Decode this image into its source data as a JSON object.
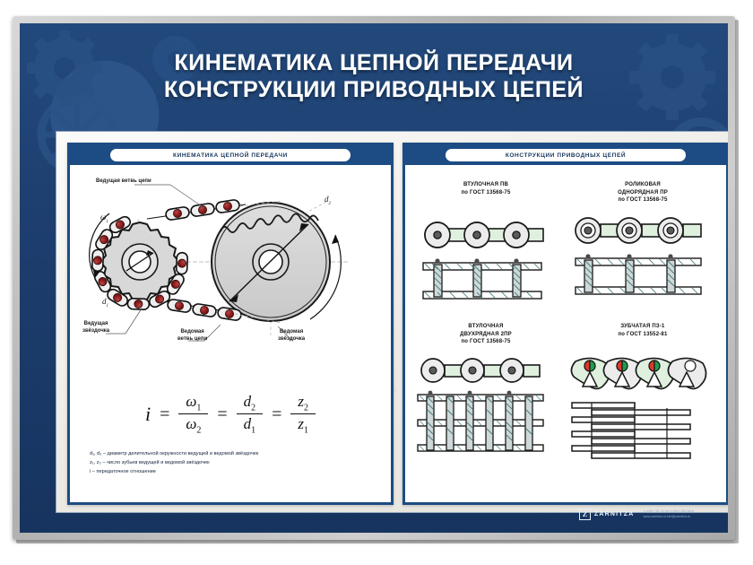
{
  "poster": {
    "title_line1": "КИНЕМАТИКА ЦЕПНОЙ ПЕРЕДАЧИ",
    "title_line2": "КОНСТРУКЦИИ ПРИВОДНЫХ ЦЕПЕЙ",
    "accent_blue": "#1d4c84",
    "header_blue": "#1c3d6d",
    "frame_grey": "#c0c0c0",
    "roller_red": "#8e1a1a"
  },
  "left_panel": {
    "header": "КИНЕМАТИКА ЦЕПНОЙ ПЕРЕДАЧИ",
    "labels": {
      "driving_branch": "Ведущая ветвь цепи",
      "driving_sprocket": "Ведущая\nзвёздочка",
      "driving_sprocket_l1": "Ведущая",
      "driving_sprocket_l2": "звёздочка",
      "driven_branch_l1": "Ведомая",
      "driven_branch_l2": "ветвь цепи",
      "driven_sprocket_l1": "Ведомая",
      "driven_sprocket_l2": "звёздочка",
      "omega1": "ω",
      "omega1_sub": "1",
      "omega2": "ω",
      "omega2_sub": "2",
      "d1": "d",
      "d1_sub": "1",
      "d2": "d",
      "d2_sub": "2"
    },
    "formula": {
      "lhs": "i",
      "eq": "=",
      "f1_top": "ω",
      "f1_top_sub": "1",
      "f1_bot": "ω",
      "f1_bot_sub": "2",
      "f2_top": "d",
      "f2_top_sub": "2",
      "f2_bot": "d",
      "f2_bot_sub": "1",
      "f3_top": "z",
      "f3_top_sub": "2",
      "f3_bot": "z",
      "f3_bot_sub": "1"
    },
    "legend": [
      "d₁, d₂ – диаметр делительной окружности ведущей и ведомой звёздочек",
      "z₁, z₂ – число зубьев ведущей и ведомой звёздочек",
      "i – передаточное отношение"
    ]
  },
  "right_panel": {
    "header": "КОНСТРУКЦИИ ПРИВОДНЫХ ЦЕПЕЙ",
    "items": [
      {
        "id": "chain-bushing-pv",
        "line1": "ВТУЛОЧНАЯ ПВ",
        "line2": "по ГОСТ 13568-75",
        "line3": ""
      },
      {
        "id": "chain-roller-pr",
        "line1": "РОЛИКОВАЯ",
        "line2": "ОДНОРЯДНАЯ ПР",
        "line3": "по ГОСТ 13568-75"
      },
      {
        "id": "chain-bushing-2pr",
        "line1": "ВТУЛОЧНАЯ",
        "line2": "ДВУХРЯДНАЯ 2ПР",
        "line3": "по ГОСТ 13568-75"
      },
      {
        "id": "chain-tooth-pz1",
        "line1": "ЗУБЧАТАЯ ПЗ-1",
        "line2": "по ГОСТ 13552-81",
        "line3": ""
      }
    ]
  },
  "footer": {
    "logo_mark": "Z",
    "logo_name": "ZARNITZA",
    "contact_line1": "1 (495) 787-41-56     8 (800) 350-66-6",
    "contact_line2": "www.zarnitza.ru     info@zarnitza.ru"
  }
}
